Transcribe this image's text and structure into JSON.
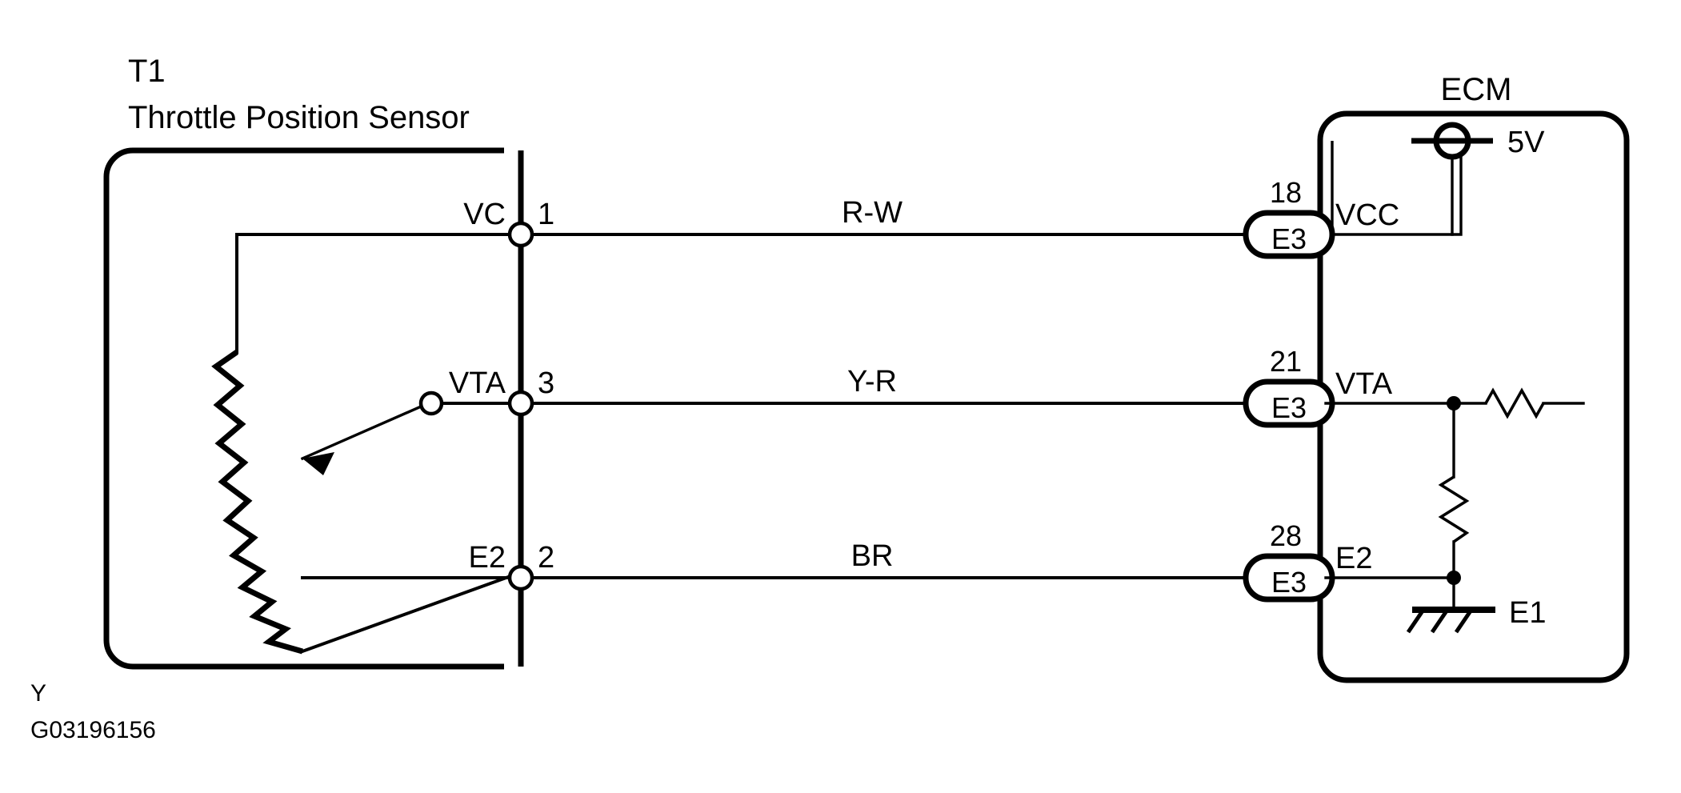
{
  "figure": {
    "id_label": "G03196156",
    "corner_label": "Y",
    "title_sensor_ref": "T1",
    "title_sensor_name": "Throttle Position Sensor",
    "title_ecm": "ECM"
  },
  "sensor": {
    "ref": "T1",
    "name": "Throttle Position Sensor",
    "terminals": [
      {
        "signal": "VC",
        "pin": "1"
      },
      {
        "signal": "VTA",
        "pin": "3"
      },
      {
        "signal": "E2",
        "pin": "2"
      }
    ]
  },
  "wires": [
    {
      "color_code": "R-W",
      "from_pin": "1",
      "to_pin": "18"
    },
    {
      "color_code": "Y-R",
      "from_pin": "3",
      "to_pin": "21"
    },
    {
      "color_code": "BR",
      "from_pin": "2",
      "to_pin": "28"
    }
  ],
  "ecm": {
    "name": "ECM",
    "supply_label": "5V",
    "ground_label": "E1",
    "connectors": [
      {
        "pin": "18",
        "connector": "E3",
        "signal": "VCC"
      },
      {
        "pin": "21",
        "connector": "E3",
        "signal": "VTA"
      },
      {
        "pin": "28",
        "connector": "E3",
        "signal": "E2"
      }
    ]
  },
  "colors": {
    "line": "#000000",
    "background": "#ffffff"
  }
}
